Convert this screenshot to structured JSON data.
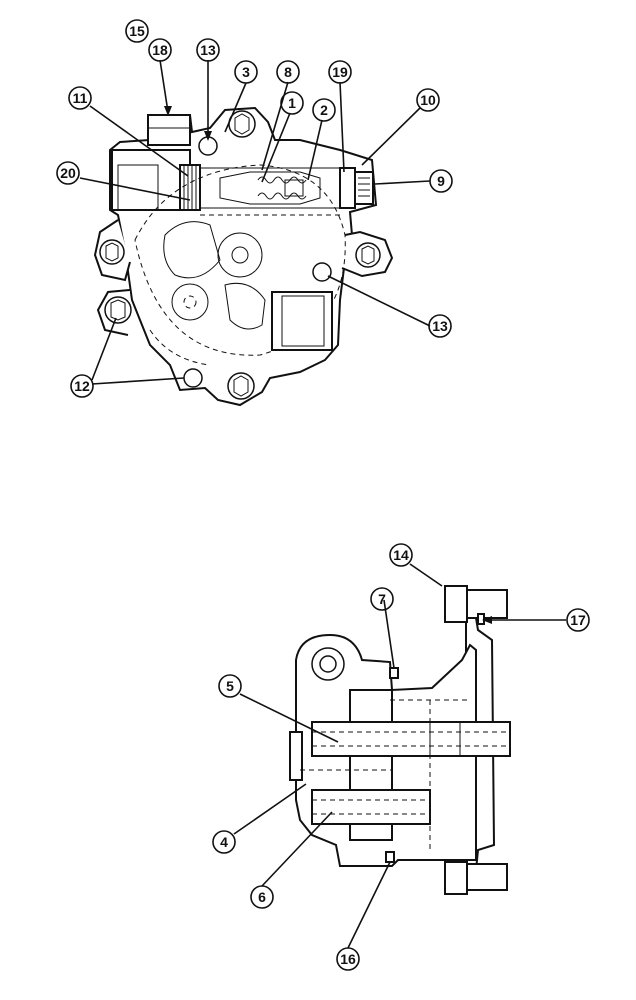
{
  "callouts_top": [
    {
      "id": "c15",
      "label": "15"
    },
    {
      "id": "c18",
      "label": "18"
    },
    {
      "id": "c13a",
      "label": "13"
    },
    {
      "id": "c3",
      "label": "3"
    },
    {
      "id": "c8",
      "label": "8"
    },
    {
      "id": "c19",
      "label": "19"
    },
    {
      "id": "c11",
      "label": "11"
    },
    {
      "id": "c1",
      "label": "1"
    },
    {
      "id": "c2",
      "label": "2"
    },
    {
      "id": "c10",
      "label": "10"
    },
    {
      "id": "c20",
      "label": "20"
    },
    {
      "id": "c9",
      "label": "9"
    },
    {
      "id": "c13b",
      "label": "13"
    },
    {
      "id": "c12",
      "label": "12"
    }
  ],
  "callouts_bottom": [
    {
      "id": "c14",
      "label": "14"
    },
    {
      "id": "c7",
      "label": "7"
    },
    {
      "id": "c17",
      "label": "17"
    },
    {
      "id": "c5",
      "label": "5"
    },
    {
      "id": "c4",
      "label": "4"
    },
    {
      "id": "c6",
      "label": "6"
    },
    {
      "id": "c16",
      "label": "16"
    }
  ]
}
